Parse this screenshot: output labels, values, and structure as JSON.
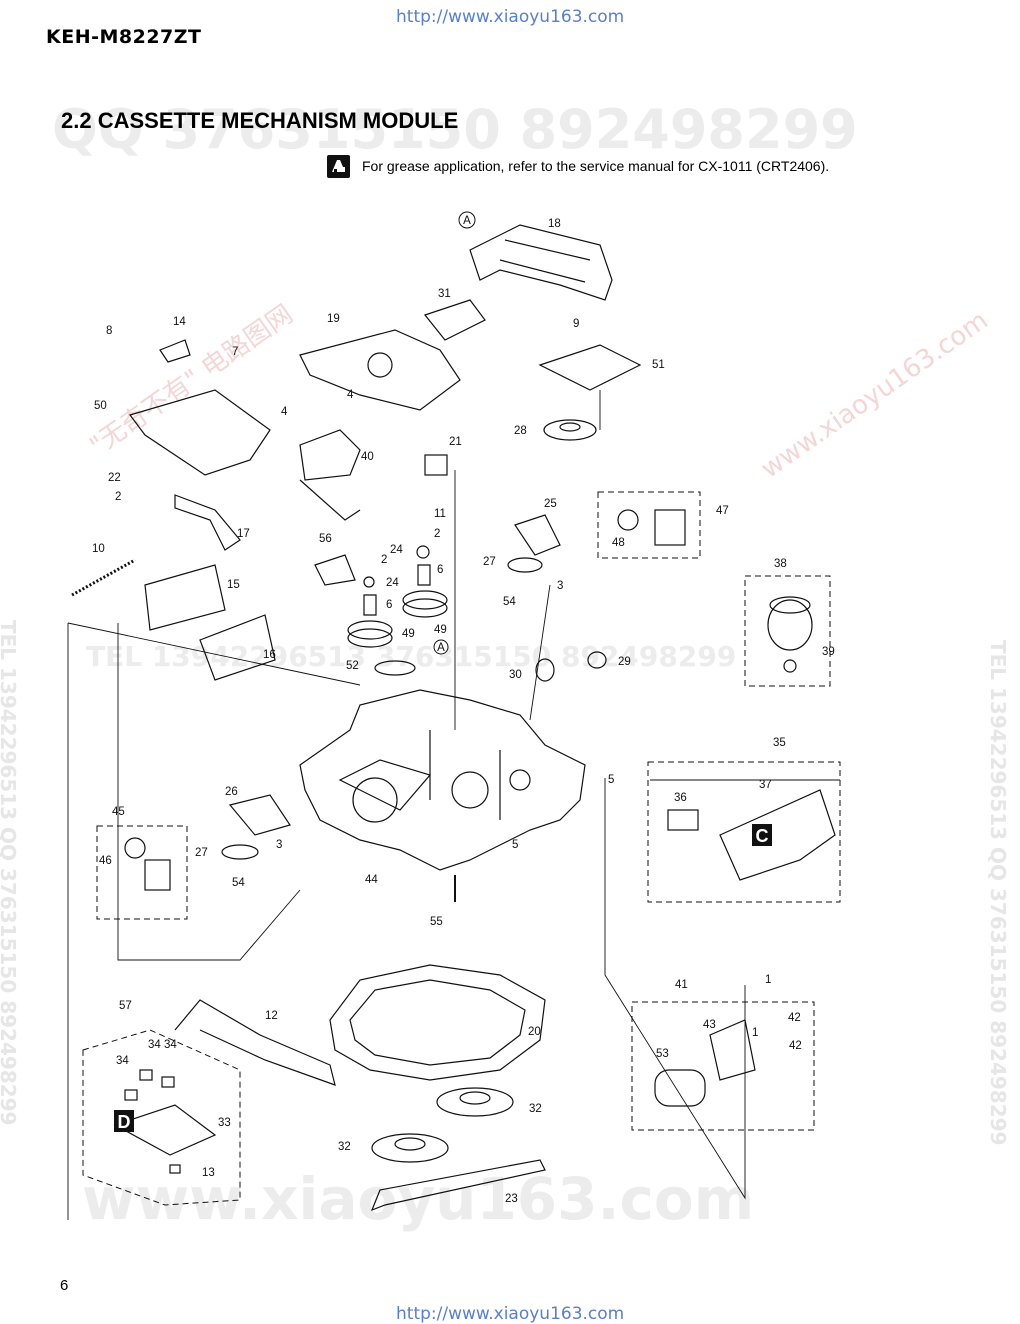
{
  "header": {
    "model": "KEH-M8227ZT",
    "url_top": "http://www.xiaoyu163.com",
    "url_bottom": "http://www.xiaoyu163.com"
  },
  "section": {
    "title": "2.2 CASSETTE MECHANISM MODULE",
    "note": "For grease application, refer to the service manual for CX-1011 (CRT2406)."
  },
  "watermarks": {
    "big_top": "QQ 376315150   892498299",
    "big_middle": "TEL 13942296513   376315150   892498299",
    "big_bottom": "www.xiaoyu163.com",
    "side_left": "TEL 13942296513  QQ 376315150  892498299",
    "side_right": "TEL 13942296513  QQ 376315150  892498299",
    "diag_1": "\"无奇不有\" 电路图网",
    "diag_2": "www.xiaoyu163.com"
  },
  "diagram": {
    "markers": [
      "A",
      "A"
    ],
    "box_labels": [
      "C",
      "D"
    ],
    "callouts": [
      "18",
      "31",
      "19",
      "9",
      "51",
      "8",
      "14",
      "7",
      "50",
      "4",
      "4",
      "40",
      "28",
      "21",
      "22",
      "2",
      "11",
      "2",
      "25",
      "47",
      "48",
      "17",
      "56",
      "24",
      "2",
      "24",
      "27",
      "6",
      "6",
      "10",
      "15",
      "3",
      "54",
      "38",
      "49",
      "49",
      "16",
      "52",
      "30",
      "29",
      "39",
      "35",
      "37",
      "36",
      "5",
      "26",
      "5",
      "45",
      "27",
      "3",
      "46",
      "54",
      "44",
      "55",
      "1",
      "41",
      "1",
      "43",
      "42",
      "42",
      "57",
      "12",
      "20",
      "53",
      "34",
      "34",
      "34",
      "33",
      "32",
      "32",
      "13",
      "23"
    ]
  },
  "footer": {
    "page_number": "6"
  }
}
